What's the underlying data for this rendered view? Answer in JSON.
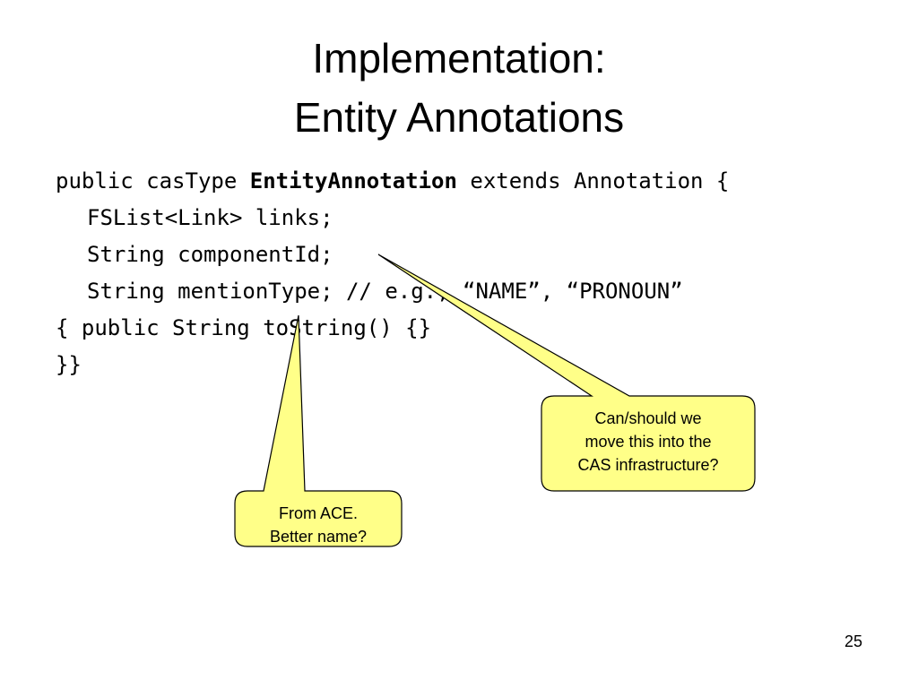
{
  "slide": {
    "title_line1": "Implementation:",
    "title_line2": "Entity Annotations",
    "code": {
      "line1_prefix": "public casType ",
      "line1_bold": "EntityAnnotation",
      "line1_suffix": " extends Annotation {",
      "line2": "FSList<Link> links;",
      "line3": "String componentId;",
      "line4": "String mentionType; // e.g., “NAME”, “PRONOUN”",
      "line5": "{ public String toString() {}",
      "line6": "}}"
    },
    "callouts": [
      {
        "text_line1": "Can/should we",
        "text_line2": "move this into the",
        "text_line3": "CAS infrastructure?"
      },
      {
        "text_line1": "From ACE.",
        "text_line2": "Better name?"
      }
    ],
    "page_number": "25",
    "colors": {
      "callout_fill": "#FFFF88",
      "callout_stroke": "#000000"
    }
  }
}
